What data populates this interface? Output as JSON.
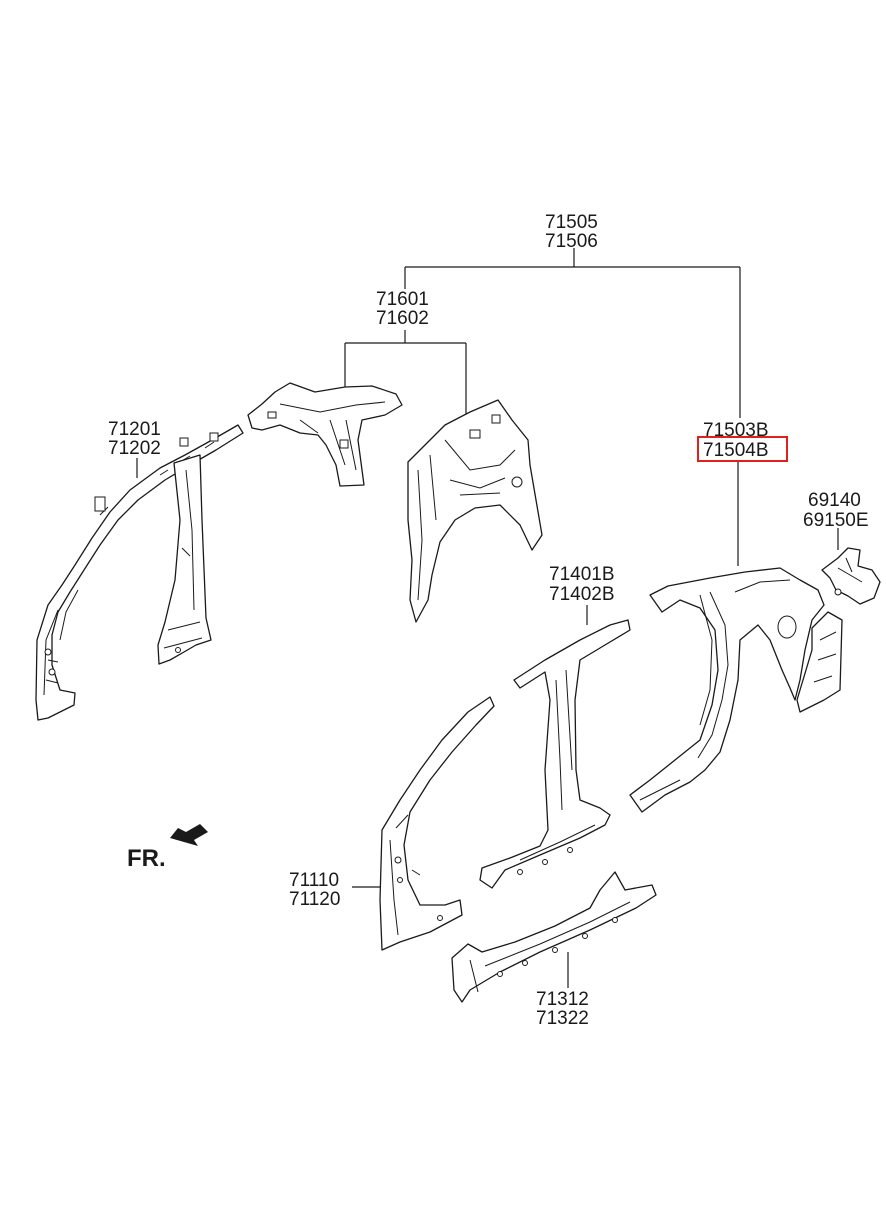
{
  "labels": {
    "side_outer_panel": [
      "71505",
      "71506"
    ],
    "rear_inner_assy": [
      "71601",
      "71602"
    ],
    "roof_side_rail": [
      "71201",
      "71202"
    ],
    "quarter_panel": [
      "71503B",
      "71504B"
    ],
    "bracket": [
      "69140",
      "69150E"
    ],
    "center_pillar": [
      "71401B",
      "71402B"
    ],
    "front_pillar": [
      "71110",
      "71120"
    ],
    "side_sill": [
      "71312",
      "71322"
    ]
  },
  "highlighted_part": "71504B",
  "highlight_color": "#e0201b",
  "direction_indicator": {
    "text": "FR.",
    "icon": "arrow-front-icon"
  }
}
